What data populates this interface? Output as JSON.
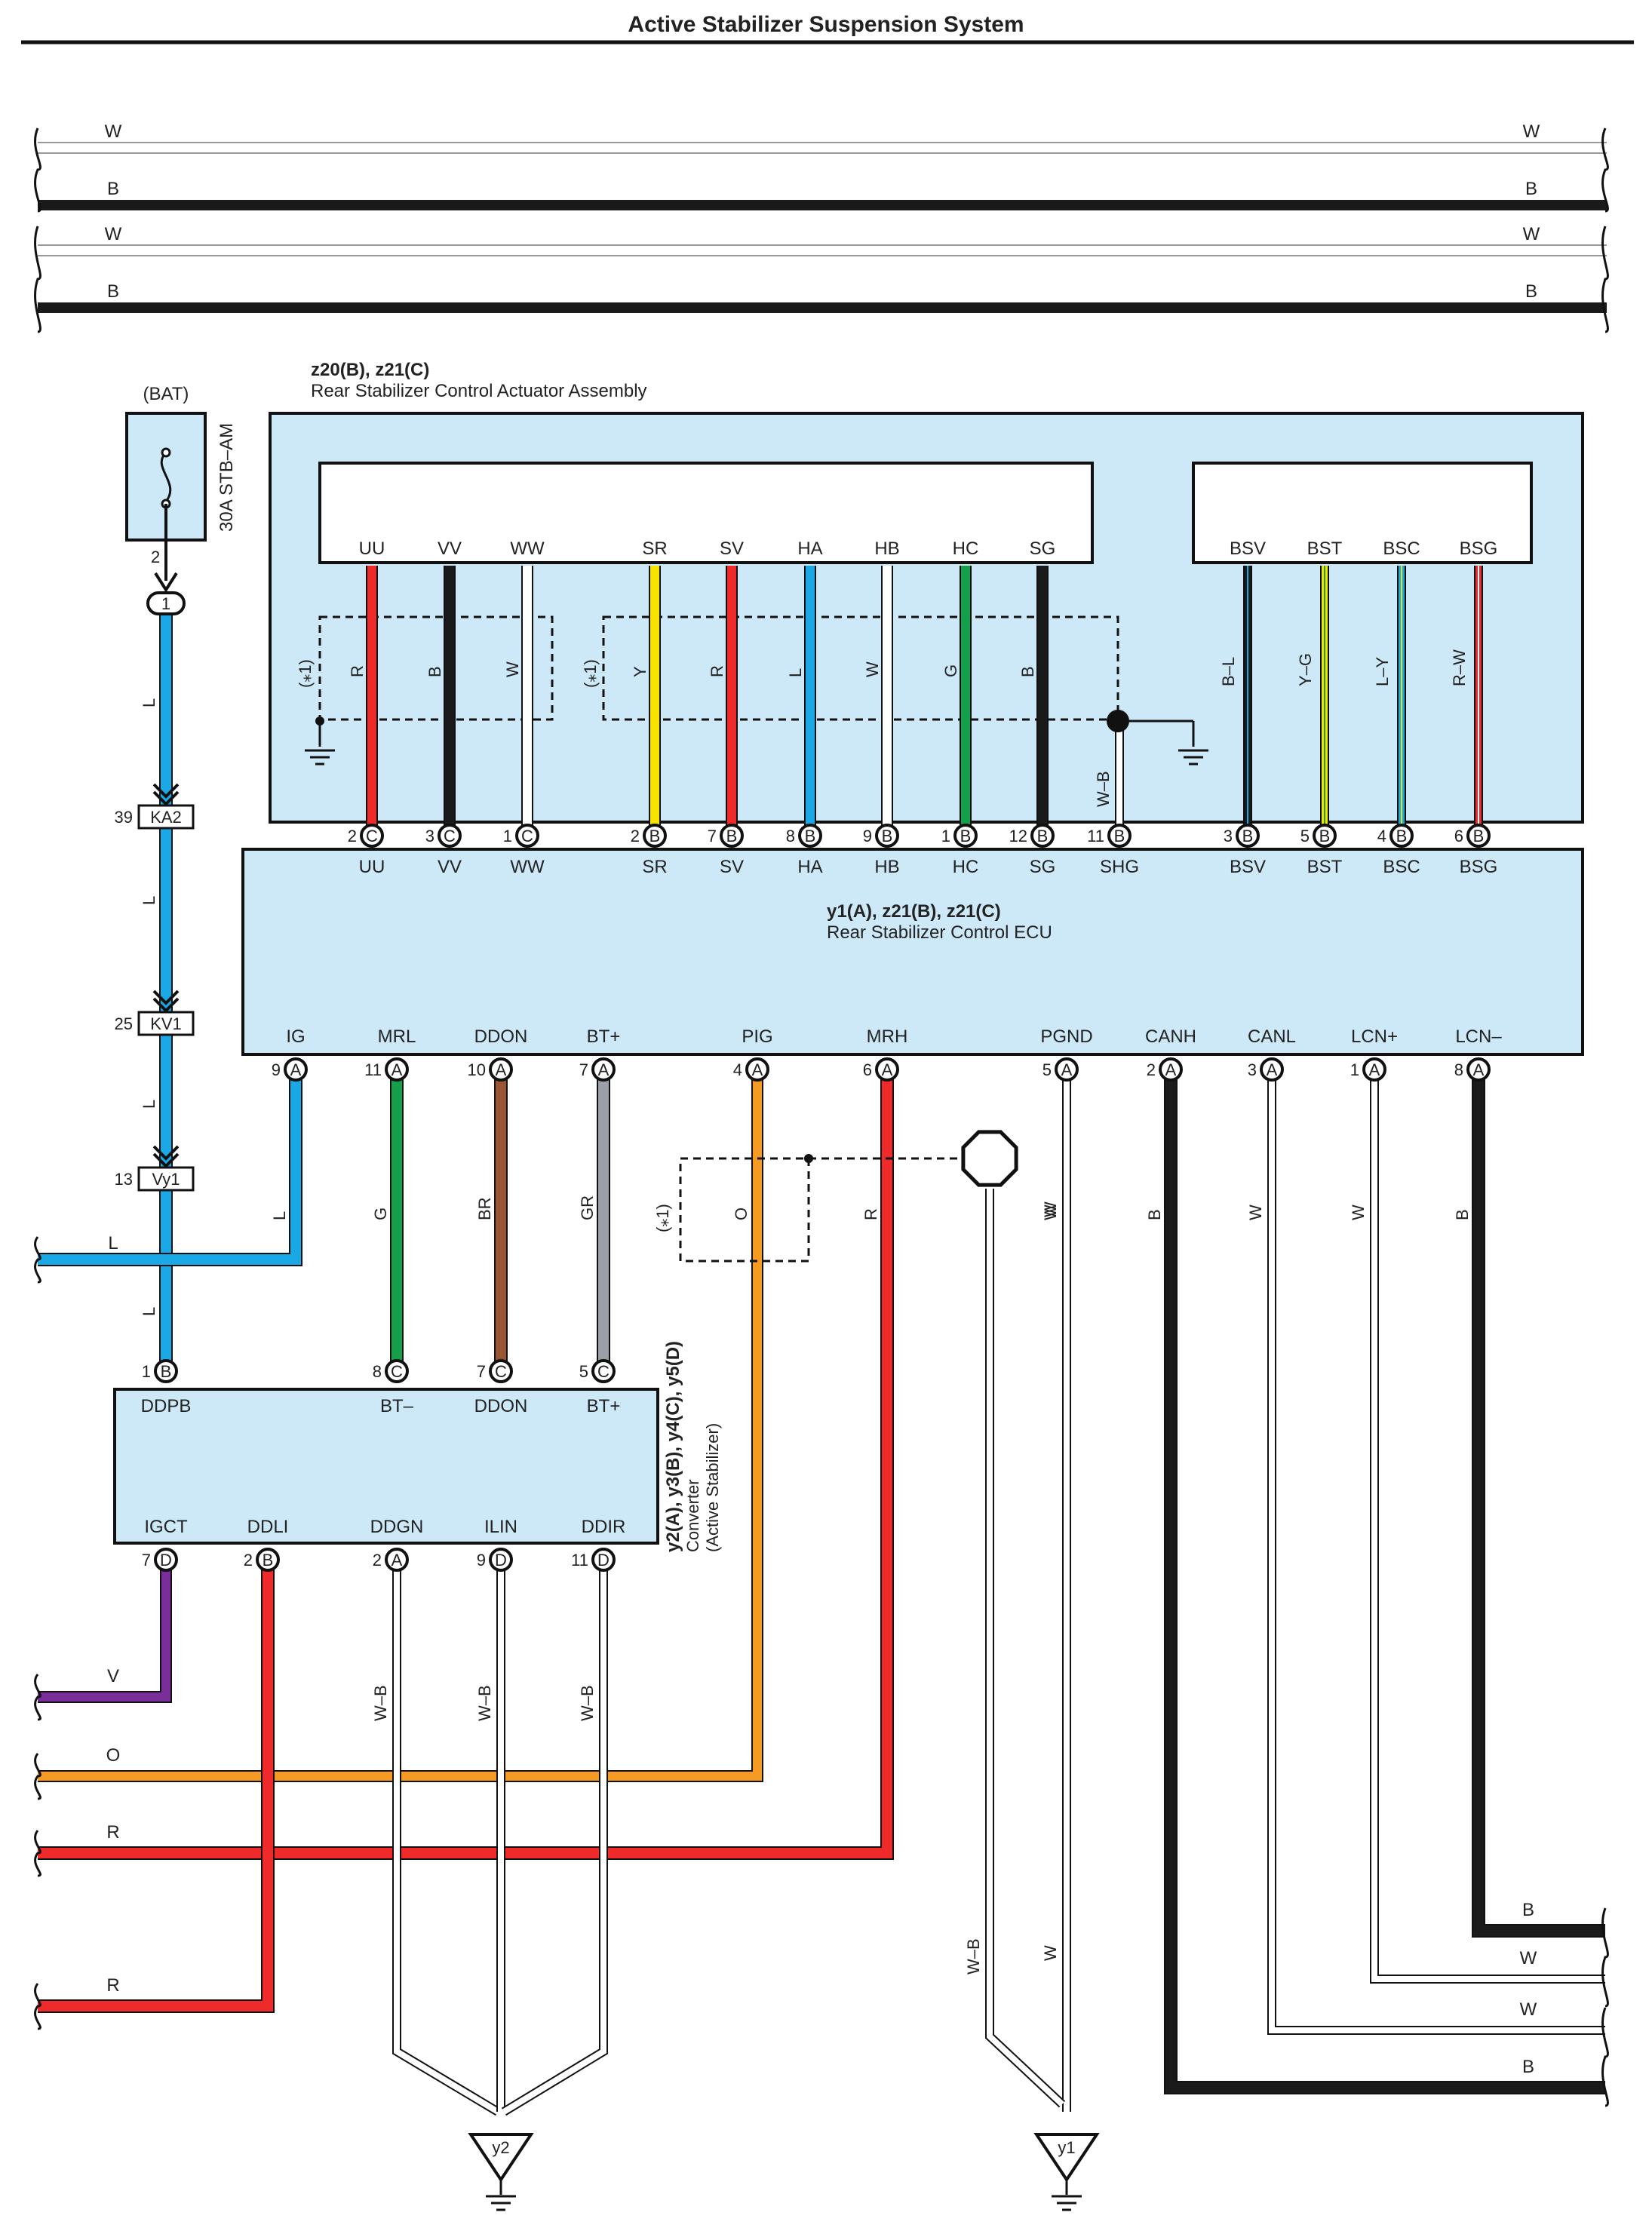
{
  "page": {
    "title": "Active Stabilizer Suspension System"
  },
  "colors": {
    "panel_fill": "#cde9f8",
    "L": "#1aa9e6",
    "R": "#ee2a2a",
    "B": "#1a1a1a",
    "W": "#ffffff",
    "Y": "#f7e200",
    "G": "#14a04a",
    "BR": "#9a5532",
    "GR": "#9aa0a6",
    "O": "#f59a22",
    "V": "#7a2e9a"
  },
  "top_bus": [
    {
      "left": "W",
      "right": "W"
    },
    {
      "left": "B",
      "right": "B"
    },
    {
      "left": "W",
      "right": "W"
    },
    {
      "left": "B",
      "right": "B"
    }
  ],
  "fuse": {
    "source": "(BAT)",
    "name": "30A STB–AM",
    "pin": "2",
    "junction": "1"
  },
  "connectors": [
    {
      "pin": "39",
      "name": "KA2"
    },
    {
      "pin": "25",
      "name": "KV1"
    },
    {
      "pin": "13",
      "name": "Vy1"
    }
  ],
  "left_vertical_wire_labels": [
    "L",
    "L",
    "L",
    "L"
  ],
  "left_branch_label": "L",
  "actuator": {
    "title": "z20(B), z21(C)",
    "subtitle": "Rear Stabilizer Control Actuator Assembly",
    "left_terminals": [
      "UU",
      "VV",
      "WW",
      "SR",
      "SV",
      "HA",
      "HB",
      "HC",
      "SG"
    ],
    "right_terminals": [
      "BSV",
      "BST",
      "BSC",
      "BSG"
    ],
    "wire_colors": [
      "R",
      "B",
      "W",
      "Y",
      "R",
      "L",
      "W",
      "G",
      "B",
      "B–L",
      "Y–G",
      "L–Y",
      "R–W"
    ],
    "shield_note": "(⁎1)",
    "shield_note_2": "(⁎1)",
    "shield_ground_label": "W–B"
  },
  "actuator_pins": [
    {
      "num": "2",
      "letter": "C",
      "name": "UU"
    },
    {
      "num": "3",
      "letter": "C",
      "name": "VV"
    },
    {
      "num": "1",
      "letter": "C",
      "name": "WW"
    },
    {
      "num": "2",
      "letter": "B",
      "name": "SR"
    },
    {
      "num": "7",
      "letter": "B",
      "name": "SV"
    },
    {
      "num": "8",
      "letter": "B",
      "name": "HA"
    },
    {
      "num": "9",
      "letter": "B",
      "name": "HB"
    },
    {
      "num": "1",
      "letter": "B",
      "name": "HC"
    },
    {
      "num": "12",
      "letter": "B",
      "name": "SG"
    },
    {
      "num": "11",
      "letter": "B",
      "name": "SHG"
    },
    {
      "num": "3",
      "letter": "B",
      "name": "BSV"
    },
    {
      "num": "5",
      "letter": "B",
      "name": "BST"
    },
    {
      "num": "4",
      "letter": "B",
      "name": "BSC"
    },
    {
      "num": "6",
      "letter": "B",
      "name": "BSG"
    }
  ],
  "ecu": {
    "title": "y1(A), z21(B), z21(C)",
    "subtitle": "Rear Stabilizer Control ECU",
    "bottom_terminals": [
      {
        "name": "IG",
        "num": "9",
        "letter": "A",
        "wire": "L"
      },
      {
        "name": "MRL",
        "num": "11",
        "letter": "A",
        "wire": "G"
      },
      {
        "name": "DDON",
        "num": "10",
        "letter": "A",
        "wire": "BR"
      },
      {
        "name": "BT+",
        "num": "7",
        "letter": "A",
        "wire": "GR"
      },
      {
        "name": "PIG",
        "num": "4",
        "letter": "A",
        "wire": "O"
      },
      {
        "name": "MRH",
        "num": "6",
        "letter": "A",
        "wire": "R"
      },
      {
        "name": "PGND",
        "num": "5",
        "letter": "A",
        "wire": "W"
      },
      {
        "name": "CANH",
        "num": "2",
        "letter": "A",
        "wire": "B"
      },
      {
        "name": "CANL",
        "num": "3",
        "letter": "A",
        "wire": "W"
      },
      {
        "name": "LCN+",
        "num": "1",
        "letter": "A",
        "wire": "W"
      },
      {
        "name": "LCN–",
        "num": "8",
        "letter": "A",
        "wire": "B"
      }
    ],
    "pig_note": "(⁎1)"
  },
  "converter": {
    "title": "y2(A), y3(B), y4(C), y5(D)",
    "subtitle": "Converter",
    "subtitle2": "(Active Stabilizer)",
    "top_terminals": [
      {
        "name": "DDPB",
        "num": "1",
        "letter": "B"
      },
      {
        "name": "BT–",
        "num": "8",
        "letter": "C"
      },
      {
        "name": "DDON",
        "num": "7",
        "letter": "C"
      },
      {
        "name": "BT+",
        "num": "5",
        "letter": "C"
      }
    ],
    "bottom_terminals": [
      {
        "name": "IGCT",
        "num": "7",
        "letter": "D",
        "wire": "V"
      },
      {
        "name": "DDLI",
        "num": "2",
        "letter": "B",
        "wire": "R"
      },
      {
        "name": "DDGN",
        "num": "2",
        "letter": "A",
        "wire": "W–B"
      },
      {
        "name": "ILIN",
        "num": "9",
        "letter": "D",
        "wire": "W–B"
      },
      {
        "name": "DDIR",
        "num": "11",
        "letter": "D",
        "wire": "W–B"
      }
    ]
  },
  "left_exit_wires": [
    "V",
    "O",
    "R",
    "R"
  ],
  "right_exit_wires": [
    "B",
    "W",
    "W",
    "B"
  ],
  "pgnd_wire_labels": [
    "W",
    "W–B",
    "W"
  ],
  "grounds": [
    "y2",
    "y1"
  ]
}
